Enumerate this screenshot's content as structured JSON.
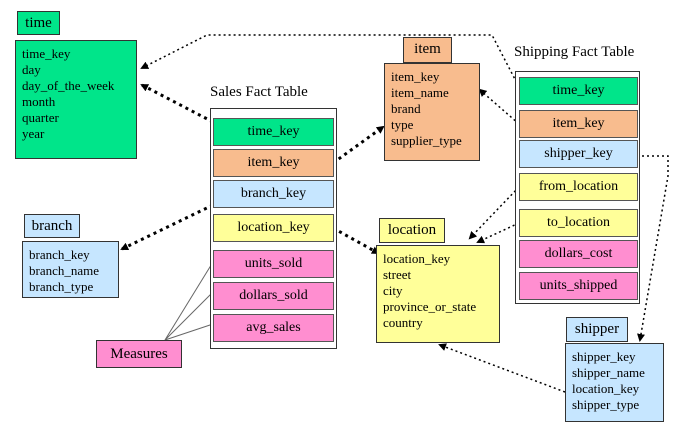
{
  "time": {
    "title": "time",
    "attributes": [
      "time_key",
      "day",
      "day_of_the_week",
      "month",
      "quarter",
      "year"
    ]
  },
  "item": {
    "title": "item",
    "attributes": [
      "item_key",
      "item_name",
      "brand",
      "type",
      "supplier_type"
    ]
  },
  "branch": {
    "title": "branch",
    "attributes": [
      "branch_key",
      "branch_name",
      "branch_type"
    ]
  },
  "location": {
    "title": "location",
    "attributes": [
      "location_key",
      "street",
      "city",
      "province_or_state",
      "country"
    ]
  },
  "shipper": {
    "title": "shipper",
    "attributes": [
      "shipper_key",
      "shipper_name",
      "location_key",
      "shipper_type"
    ]
  },
  "sales_fact": {
    "title": "Sales Fact Table",
    "keys": [
      "time_key",
      "item_key",
      "branch_key",
      "location_key"
    ],
    "measures": [
      "units_sold",
      "dollars_sold",
      "avg_sales"
    ]
  },
  "shipping_fact": {
    "title": "Shipping Fact Table",
    "fields": [
      "time_key",
      "item_key",
      "shipper_key",
      "from_location",
      "to_location",
      "dollars_cost",
      "units_shipped"
    ]
  },
  "measures_label": "Measures",
  "colors": {
    "time": "#00e58a",
    "item": "#f8bc8e",
    "branch": "#c6e6ff",
    "location": "#ffff99",
    "measure": "#ff8ed0"
  }
}
